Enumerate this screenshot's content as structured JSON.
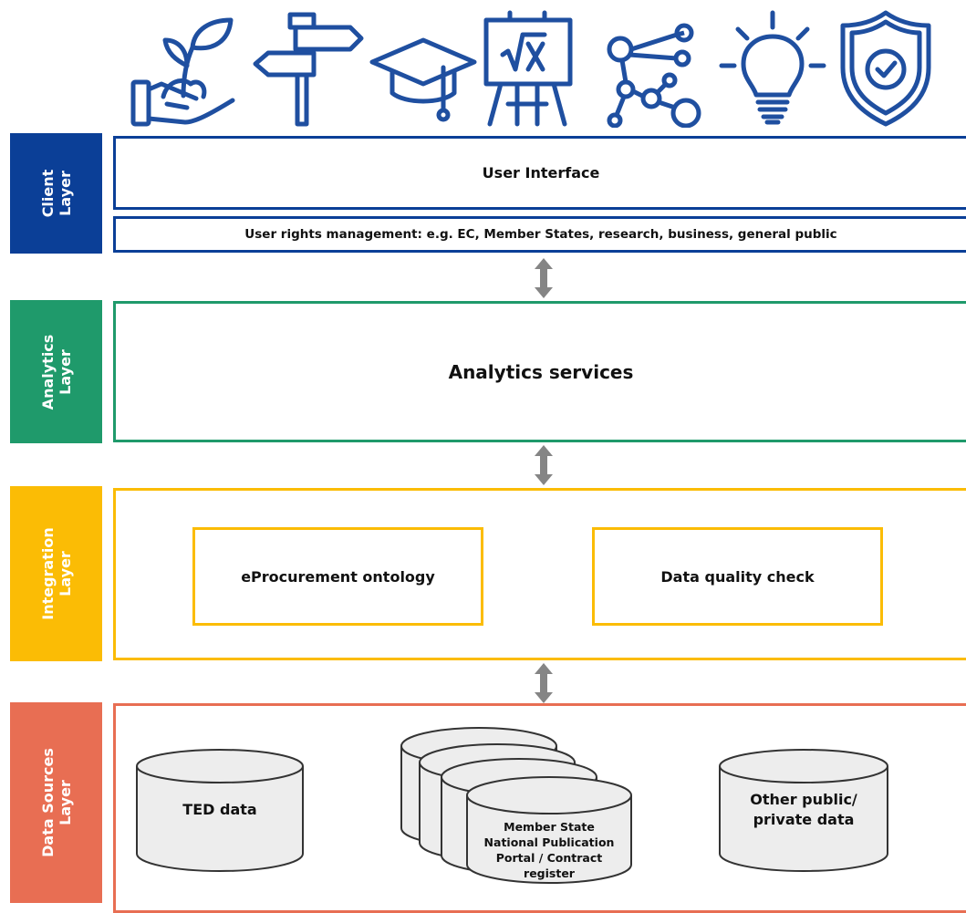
{
  "icons": [
    {
      "name": "plant-in-hand-icon"
    },
    {
      "name": "signpost-icon"
    },
    {
      "name": "graduation-cap-icon"
    },
    {
      "name": "easel-sqrt-x-icon"
    },
    {
      "name": "network-nodes-icon"
    },
    {
      "name": "light-bulb-icon"
    },
    {
      "name": "shield-check-icon"
    }
  ],
  "colors": {
    "icon": "#1f4fa0",
    "client": "#0b3f97",
    "analytics": "#1f9a6b",
    "integration": "#fbbc05",
    "data_sources": "#e86e53",
    "arrow": "#858585",
    "cylinder_fill": "#ededed"
  },
  "layers": {
    "client": {
      "label_line1": "Client",
      "label_line2": "Layer",
      "user_interface": "User Interface",
      "rights": "User rights management: e.g. EC, Member States, research, business, general public"
    },
    "analytics": {
      "label_line1": "Analytics",
      "label_line2": "Layer",
      "services": "Analytics services"
    },
    "integration": {
      "label_line1": "Integration",
      "label_line2": "Layer",
      "ontology": "eProcurement ontology",
      "quality": "Data quality check"
    },
    "data_sources": {
      "label_line1": "Data Sources",
      "label_line2": "Layer",
      "ted": "TED data",
      "member_state": [
        "Member State",
        "National Publication",
        "Portal / Contract",
        "register"
      ],
      "other": [
        "Other public/",
        "private data"
      ]
    }
  }
}
